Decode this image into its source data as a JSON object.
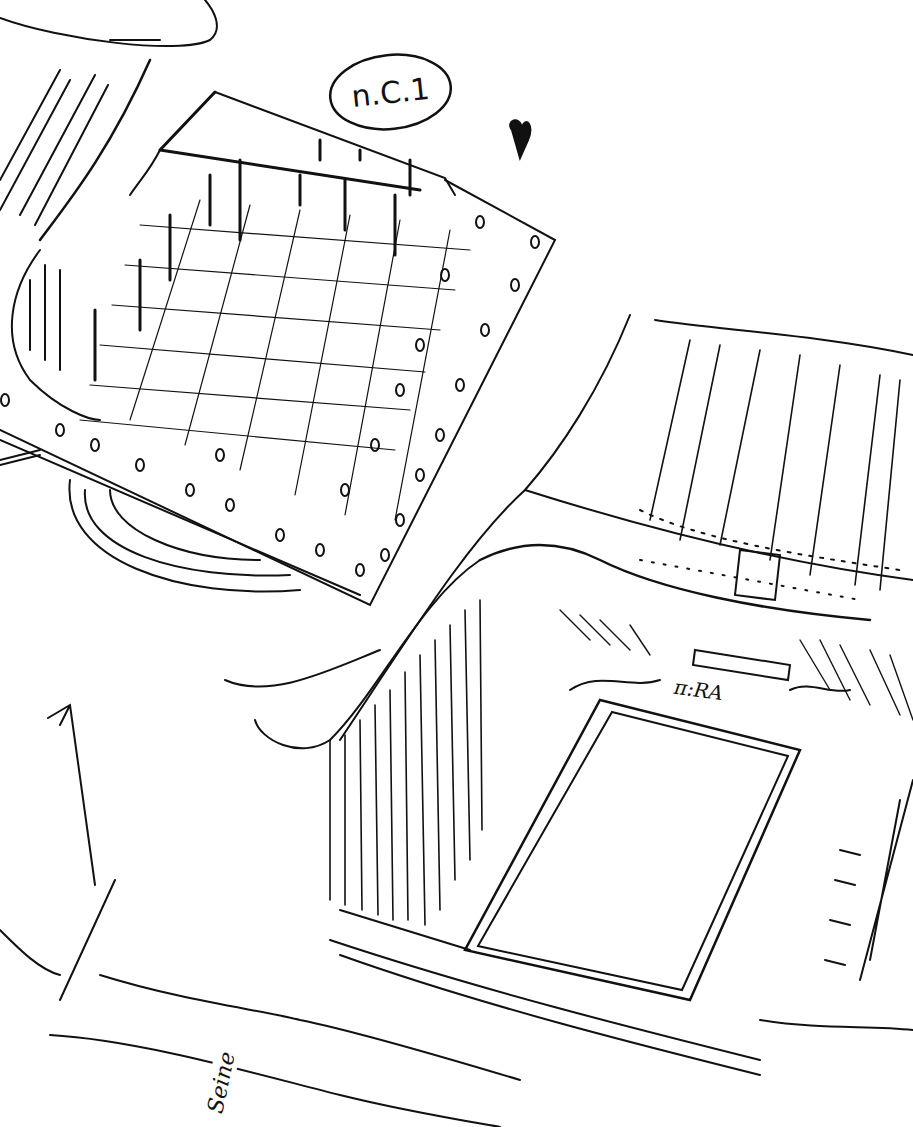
{
  "diagram": {
    "nodes": [
      {
        "text": [
          "n.C.1"
        ]
      }
    ],
    "labels": [
      "π:RA",
      "Seine"
    ]
  }
}
